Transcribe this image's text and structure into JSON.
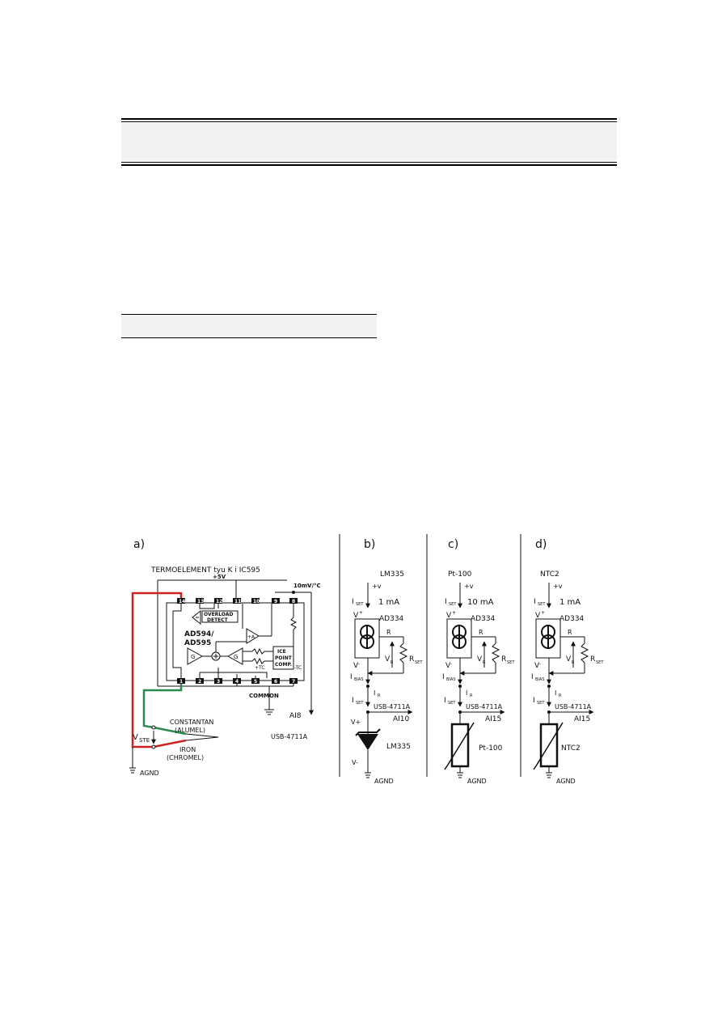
{
  "figure": {
    "panel_a": {
      "label": "a)",
      "title": "TERMOELEMENT tyu K i IC595",
      "supply": "+5V",
      "scale": "10mV/°C",
      "overload": "OVERLOAD",
      "detect": "DETECT",
      "chip_name1": "AD594/",
      "chip_name2": "AD595",
      "amp_a": "+A",
      "amp_g1": "G",
      "amp_g2": "G",
      "ice1": "ICE",
      "ice2": "POINT",
      "ice3": "COMP.",
      "plus_tc": "+TC",
      "minus_tc": "-TC",
      "common": "COMMON",
      "pins_top": [
        "14",
        "13",
        "12",
        "11",
        "10",
        "9",
        "8"
      ],
      "pins_bottom": [
        "1",
        "2",
        "3",
        "4",
        "5",
        "6",
        "7"
      ],
      "output": "AI8",
      "daq": "USB-4711A",
      "wire1a": "CONSTANTAN",
      "wire1b": "(ALUMEL)",
      "wire2a": "IRON",
      "wire2b": "(CHROMEL)",
      "vste_v": "V",
      "vste_sub": "STE",
      "gnd": "AGND"
    },
    "panels": [
      {
        "label": "b)",
        "sensor": "LM335",
        "current": "1 mA",
        "output": "AI10",
        "element": "LM335",
        "vplus": "V+",
        "vminus": "V-"
      },
      {
        "label": "c)",
        "sensor": "Pt-100",
        "current": "10 mA",
        "output": "AI15",
        "element": "Pt-100",
        "vplus": "",
        "vminus": ""
      },
      {
        "label": "d)",
        "sensor": "NTC2",
        "current": "1 mA",
        "output": "AI15",
        "element": "NTC2",
        "vplus": "",
        "vminus": ""
      }
    ],
    "common": {
      "supply": "+v",
      "iset_i": "I",
      "iset_sub": "SET",
      "source": "AD334",
      "vplus_pin": "V",
      "vplus_sup": "+",
      "r_pin": "R",
      "vminus_pin": "V",
      "vminus_sup": "-",
      "vr_v": "V",
      "vr_sub": "R",
      "rset_r": "R",
      "rset_sub": "SET",
      "ibias_i": "I",
      "ibias_sub": "BIAS",
      "ir_i": "I",
      "ir_sub": "R",
      "daq": "USB-4711A",
      "gnd": "AGND"
    }
  }
}
